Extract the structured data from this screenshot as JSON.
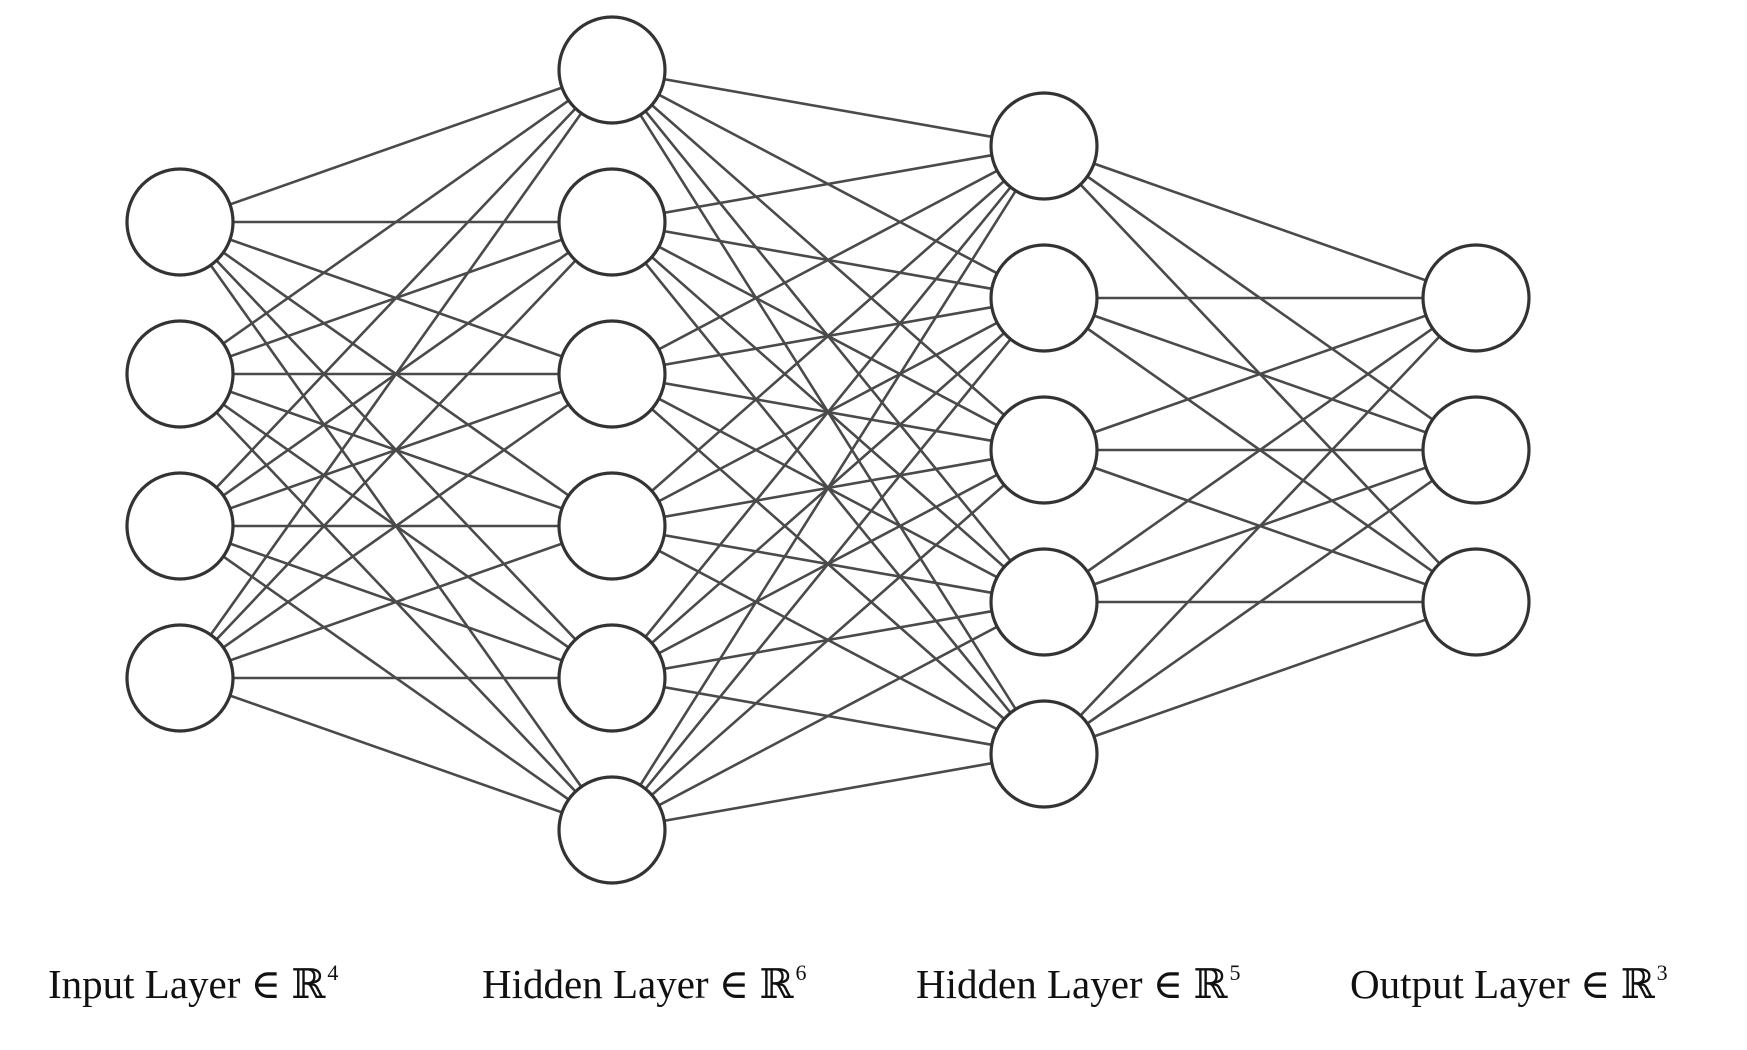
{
  "network": {
    "layers": [
      {
        "label": "Input Layer ∈ ℝ",
        "dim": "4",
        "neurons": 4
      },
      {
        "label": "Hidden Layer ∈ ℝ",
        "dim": "6",
        "neurons": 6
      },
      {
        "label": "Hidden Layer ∈ ℝ",
        "dim": "5",
        "neurons": 5
      },
      {
        "label": "Output Layer ∈ ℝ",
        "dim": "3",
        "neurons": 3
      }
    ],
    "connectivity": "fully-connected",
    "colors": {
      "edge": "#4a4a4a",
      "node_fill": "#ffffff",
      "node_stroke": "#333333",
      "label_text": "#111111"
    }
  }
}
